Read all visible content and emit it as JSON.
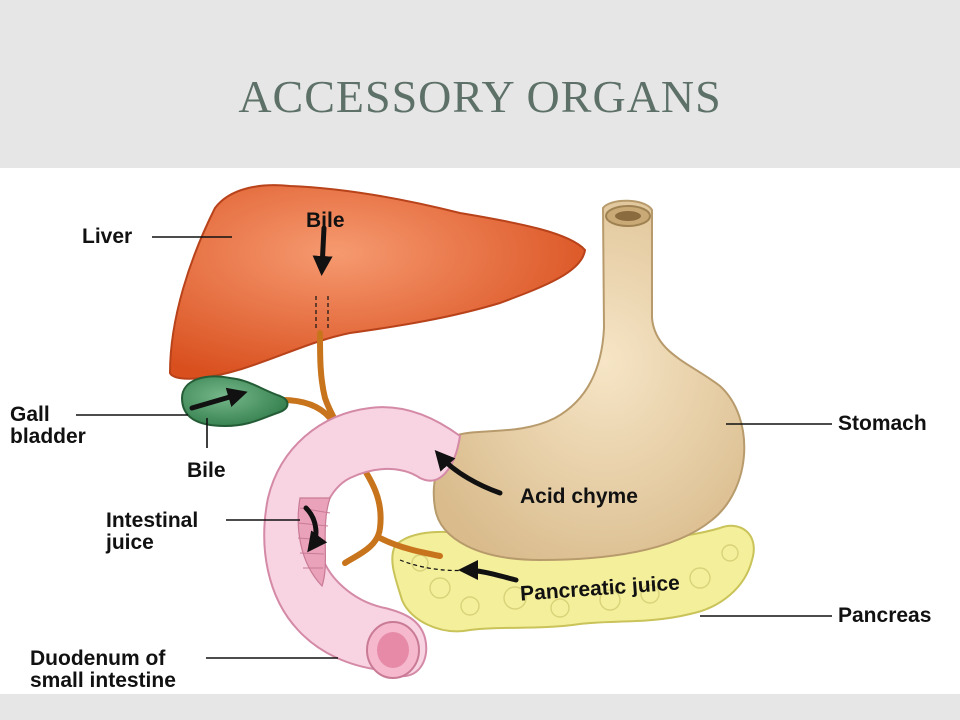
{
  "slide": {
    "title": "ACCESSORY ORGANS"
  },
  "diagram": {
    "labels": {
      "liver": "Liver",
      "bile_top": "Bile",
      "gall_bladder": "Gall\nbladder",
      "bile_bottom": "Bile",
      "stomach": "Stomach",
      "acid_chyme": "Acid chyme",
      "intestinal_juice": "Intestinal\njuice",
      "pancreatic_juice": "Pancreatic juice",
      "pancreas": "Pancreas",
      "duodenum": "Duodenum of\nsmall intestine"
    },
    "colors": {
      "liver": "#e8612f",
      "gallbladder": "#3e8f5a",
      "stomach": "#e9d3ad",
      "pancreas": "#f4ef9a",
      "duodenum": "#f6c6d8",
      "bile_duct": "#c8741c"
    }
  }
}
